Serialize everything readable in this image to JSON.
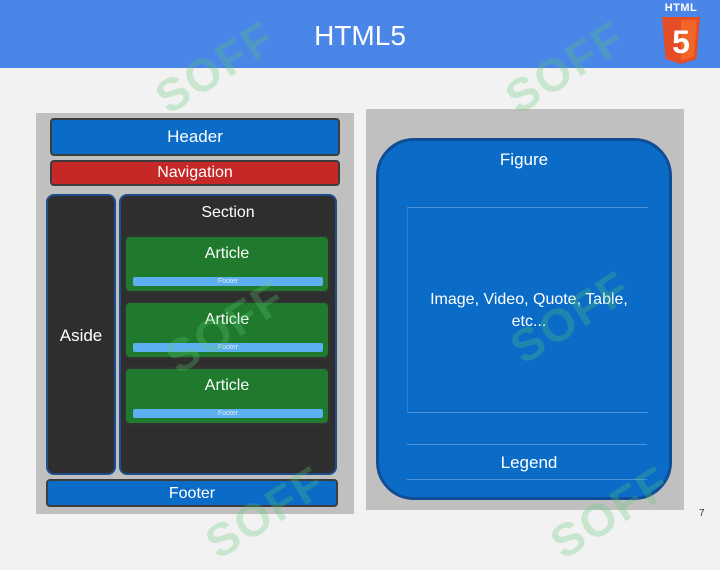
{
  "slide": {
    "title": "HTML5",
    "logo_text": "HTML",
    "logo_number": "5",
    "page_number": "7"
  },
  "layout_diagram": {
    "header": "Header",
    "navigation": "Navigation",
    "aside": "Aside",
    "section": "Section",
    "articles": [
      {
        "label": "Article",
        "footer": "Footer"
      },
      {
        "label": "Article",
        "footer": "Footer"
      },
      {
        "label": "Article",
        "footer": "Footer"
      }
    ],
    "footer": "Footer"
  },
  "figure_diagram": {
    "figure": "Figure",
    "content_line1": "Image, Video, Quote, Table,",
    "content_line2": "etc...",
    "legend": "Legend"
  },
  "watermark": {
    "text": "SOFF"
  },
  "colors": {
    "title_bar": "#4a86e8",
    "element_blue": "#0b6cc8",
    "navigation_red": "#c62828",
    "article_green": "#1f7a2e",
    "dark_container": "#2e2e2e",
    "panel_gray": "#c0c0c0",
    "html5_orange": "#e44d26"
  }
}
